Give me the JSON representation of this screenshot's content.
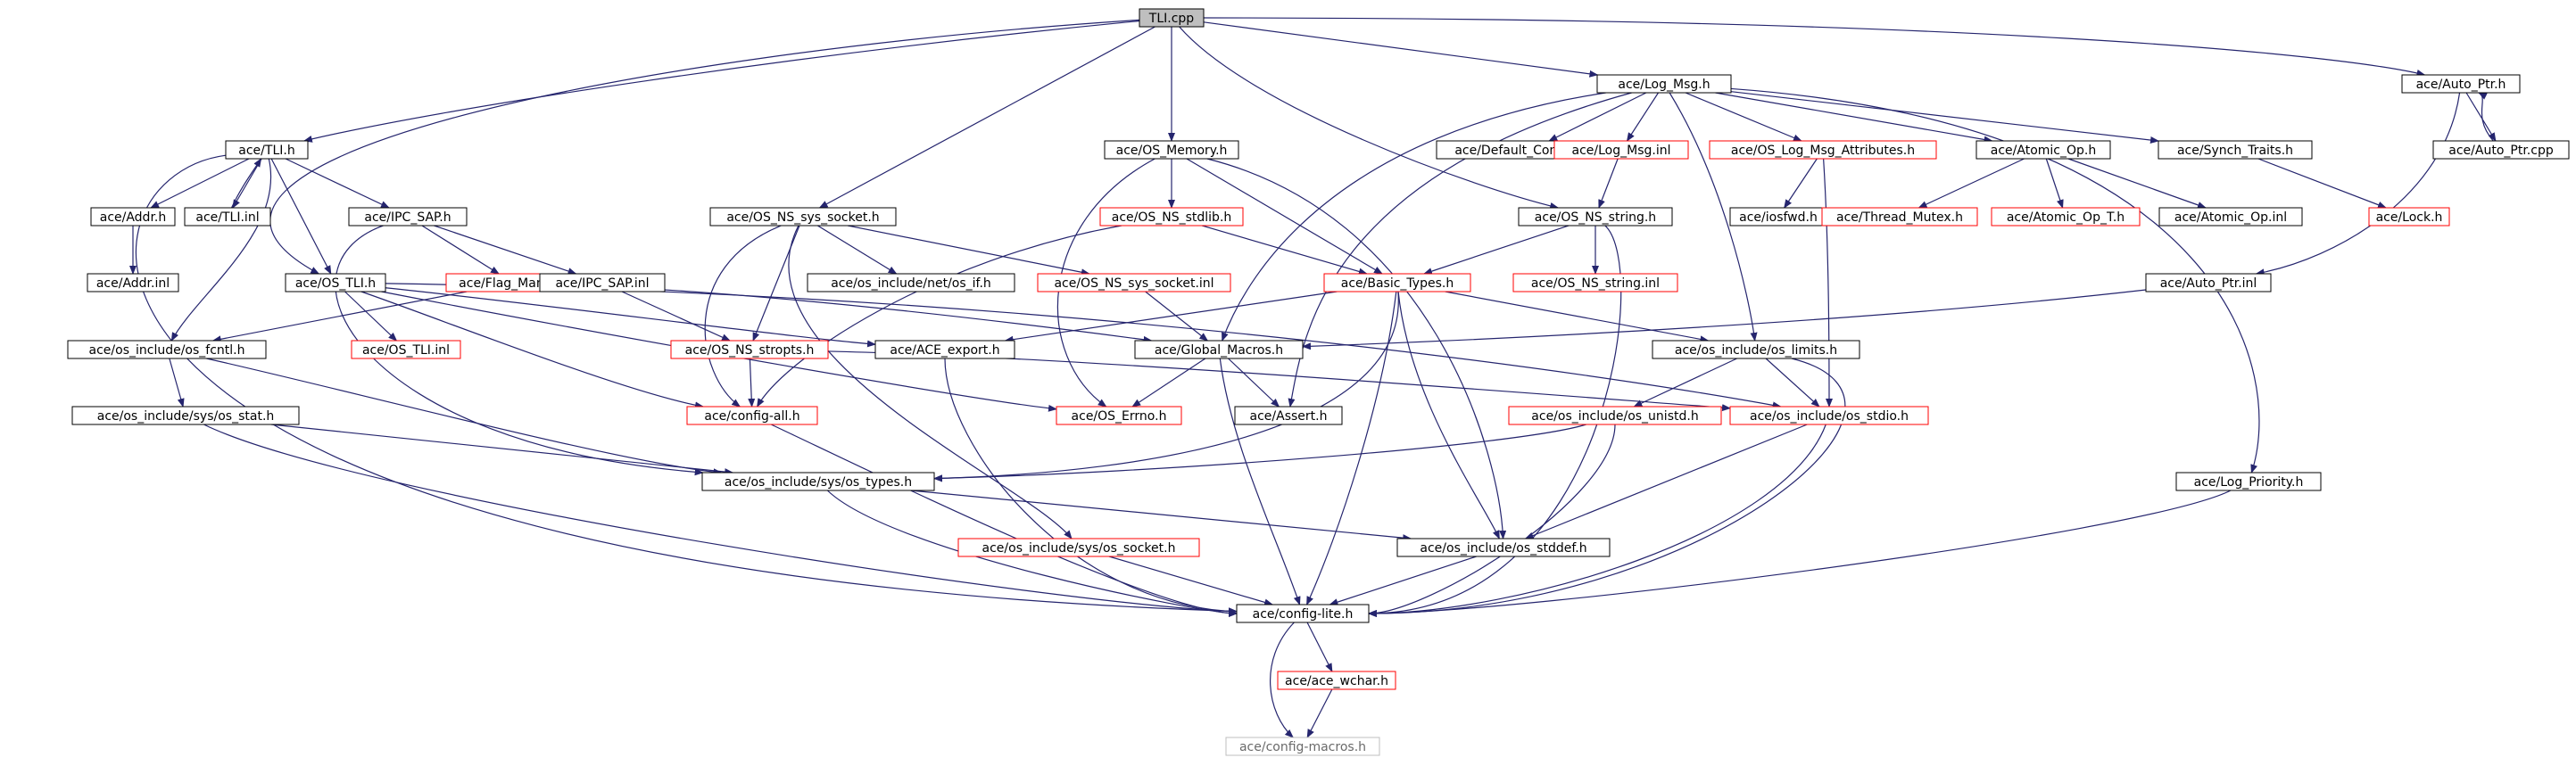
{
  "graph": {
    "colors": {
      "edge": "#25256e",
      "root_fill": "#bfbfbf",
      "node_fill": "#ffffff",
      "normal_border": "#000000",
      "truncated_border": "#ff0000",
      "leaf_border": "#bfbfbf"
    },
    "nodes": [
      {
        "id": "tli_cpp",
        "label": "TLI.cpp",
        "style": "root"
      },
      {
        "id": "log_msg_h",
        "label": "ace/Log_Msg.h",
        "style": "normal"
      },
      {
        "id": "auto_ptr_h",
        "label": "ace/Auto_Ptr.h",
        "style": "normal"
      },
      {
        "id": "auto_ptr_cpp",
        "label": "ace/Auto_Ptr.cpp",
        "style": "normal"
      },
      {
        "id": "tli_h",
        "label": "ace/TLI.h",
        "style": "normal"
      },
      {
        "id": "os_memory_h",
        "label": "ace/OS_Memory.h",
        "style": "normal"
      },
      {
        "id": "default_constants_h",
        "label": "ace/Default_Constants.h",
        "style": "normal"
      },
      {
        "id": "log_msg_inl",
        "label": "ace/Log_Msg.inl",
        "style": "truncated"
      },
      {
        "id": "os_log_msg_attr_h",
        "label": "ace/OS_Log_Msg_Attributes.h",
        "style": "truncated"
      },
      {
        "id": "atomic_op_h",
        "label": "ace/Atomic_Op.h",
        "style": "normal"
      },
      {
        "id": "synch_traits_h",
        "label": "ace/Synch_Traits.h",
        "style": "normal"
      },
      {
        "id": "addr_h",
        "label": "ace/Addr.h",
        "style": "normal"
      },
      {
        "id": "tli_inl",
        "label": "ace/TLI.inl",
        "style": "normal"
      },
      {
        "id": "ipc_sap_h",
        "label": "ace/IPC_SAP.h",
        "style": "normal"
      },
      {
        "id": "os_ns_sys_socket_h",
        "label": "ace/OS_NS_sys_socket.h",
        "style": "normal"
      },
      {
        "id": "os_ns_stdlib_h",
        "label": "ace/OS_NS_stdlib.h",
        "style": "truncated"
      },
      {
        "id": "os_ns_string_h",
        "label": "ace/OS_NS_string.h",
        "style": "normal"
      },
      {
        "id": "iosfwd_h",
        "label": "ace/iosfwd.h",
        "style": "normal"
      },
      {
        "id": "thread_mutex_h",
        "label": "ace/Thread_Mutex.h",
        "style": "truncated"
      },
      {
        "id": "atomic_op_t_h",
        "label": "ace/Atomic_Op_T.h",
        "style": "truncated"
      },
      {
        "id": "atomic_op_inl",
        "label": "ace/Atomic_Op.inl",
        "style": "normal"
      },
      {
        "id": "lock_h",
        "label": "ace/Lock.h",
        "style": "truncated"
      },
      {
        "id": "addr_inl",
        "label": "ace/Addr.inl",
        "style": "normal"
      },
      {
        "id": "os_tli_h",
        "label": "ace/OS_TLI.h",
        "style": "normal"
      },
      {
        "id": "flag_manip_h",
        "label": "ace/Flag_Manip.h",
        "style": "truncated"
      },
      {
        "id": "ipc_sap_inl",
        "label": "ace/IPC_SAP.inl",
        "style": "normal"
      },
      {
        "id": "os_net_if_h",
        "label": "ace/os_include/net/os_if.h",
        "style": "normal"
      },
      {
        "id": "os_ns_sys_socket_inl",
        "label": "ace/OS_NS_sys_socket.inl",
        "style": "truncated"
      },
      {
        "id": "basic_types_h",
        "label": "ace/Basic_Types.h",
        "style": "truncated"
      },
      {
        "id": "os_ns_string_inl",
        "label": "ace/OS_NS_string.inl",
        "style": "truncated"
      },
      {
        "id": "auto_ptr_inl",
        "label": "ace/Auto_Ptr.inl",
        "style": "normal"
      },
      {
        "id": "os_fcntl_h",
        "label": "ace/os_include/os_fcntl.h",
        "style": "normal"
      },
      {
        "id": "os_tli_inl",
        "label": "ace/OS_TLI.inl",
        "style": "truncated"
      },
      {
        "id": "os_ns_stropts_h",
        "label": "ace/OS_NS_stropts.h",
        "style": "truncated"
      },
      {
        "id": "ace_export_h",
        "label": "ace/ACE_export.h",
        "style": "normal"
      },
      {
        "id": "global_macros_h",
        "label": "ace/Global_Macros.h",
        "style": "normal"
      },
      {
        "id": "os_limits_h",
        "label": "ace/os_include/os_limits.h",
        "style": "normal"
      },
      {
        "id": "os_sys_stat_h",
        "label": "ace/os_include/sys/os_stat.h",
        "style": "normal"
      },
      {
        "id": "config_all_h",
        "label": "ace/config-all.h",
        "style": "truncated"
      },
      {
        "id": "os_errno_h",
        "label": "ace/OS_Errno.h",
        "style": "truncated"
      },
      {
        "id": "assert_h",
        "label": "ace/Assert.h",
        "style": "normal"
      },
      {
        "id": "os_unistd_h",
        "label": "ace/os_include/os_unistd.h",
        "style": "truncated"
      },
      {
        "id": "os_stdio_h",
        "label": "ace/os_include/os_stdio.h",
        "style": "truncated"
      },
      {
        "id": "os_sys_types_h",
        "label": "ace/os_include/sys/os_types.h",
        "style": "normal"
      },
      {
        "id": "log_priority_h",
        "label": "ace/Log_Priority.h",
        "style": "normal"
      },
      {
        "id": "os_stddef_h",
        "label": "ace/os_include/os_stddef.h",
        "style": "normal"
      },
      {
        "id": "os_sys_socket_h",
        "label": "ace/os_include/sys/os_socket.h",
        "style": "truncated"
      },
      {
        "id": "config_lite_h",
        "label": "ace/config-lite.h",
        "style": "normal"
      },
      {
        "id": "ace_wchar_h",
        "label": "ace/ace_wchar.h",
        "style": "truncated"
      },
      {
        "id": "config_macros_h",
        "label": "ace/config-macros.h",
        "style": "leaf"
      }
    ]
  }
}
